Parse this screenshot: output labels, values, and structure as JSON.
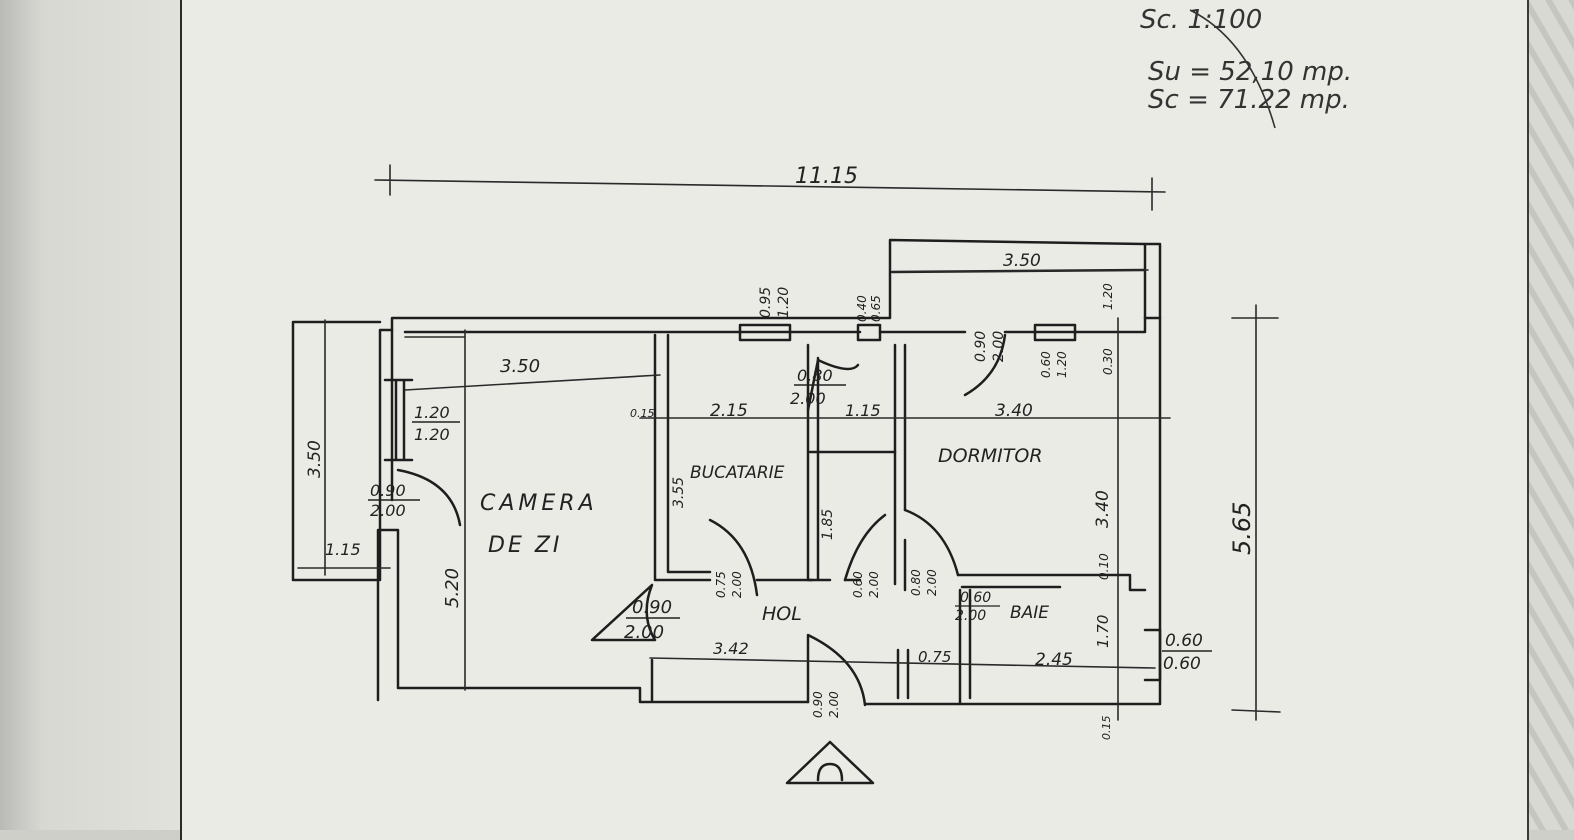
{
  "header": {
    "scale": "Sc. 1:100",
    "su": "Su = 52,10 mp.",
    "sc": "Sc = 71.22 mp."
  },
  "rooms": {
    "living": [
      "CAMERA",
      "DE ZI"
    ],
    "kitchen": "BUCATARIE",
    "bedroom": "DORMITOR",
    "hall": "HOL",
    "bath": "BAIE"
  },
  "dims": {
    "total_width": "11.15",
    "balcony_width": "3.50",
    "living_width": "3.50",
    "height_right": "5.65",
    "kitchen_w": "2.15",
    "corridor_w": "1.15",
    "bedroom_w": "3.40",
    "wall_015": "0.15",
    "living_h": "5.20",
    "balcony_left_h": "3.50",
    "balcony_left_w": "1.15",
    "kitchen_h": "3.55",
    "wc_h": "1.85",
    "bedroom_h": "3.40",
    "bath_h": "1.70",
    "hall_w": "3.42",
    "d075": "0.75",
    "bath_w": "2.45",
    "d010": "0.10",
    "d030": "0.30",
    "d120": "1.20",
    "d015b": "0.15"
  },
  "openings": {
    "win_living": [
      "1.20",
      "1.20"
    ],
    "door_living": [
      "0.90",
      "2.00"
    ],
    "door_hall": [
      "0.90",
      "2.00"
    ],
    "door_kitchen": [
      "0.80",
      "2.00"
    ],
    "win_kitchen": [
      "0.95",
      "1.20"
    ],
    "win_small": [
      "0.40",
      "0.65"
    ],
    "door_bedroom_top": [
      "0.90",
      "2.00"
    ],
    "win_bedroom": [
      "0.60",
      "1.20"
    ],
    "door_kitchen_hall": [
      "0.75",
      "2.00"
    ],
    "door_wc": [
      "0.60",
      "2.00"
    ],
    "door_bedroom": [
      "0.80",
      "2.00"
    ],
    "door_bath": [
      "0.60",
      "2.00"
    ],
    "door_entry": [
      "0.90",
      "2.00"
    ],
    "win_bath": [
      "0.60",
      "0.60"
    ]
  }
}
